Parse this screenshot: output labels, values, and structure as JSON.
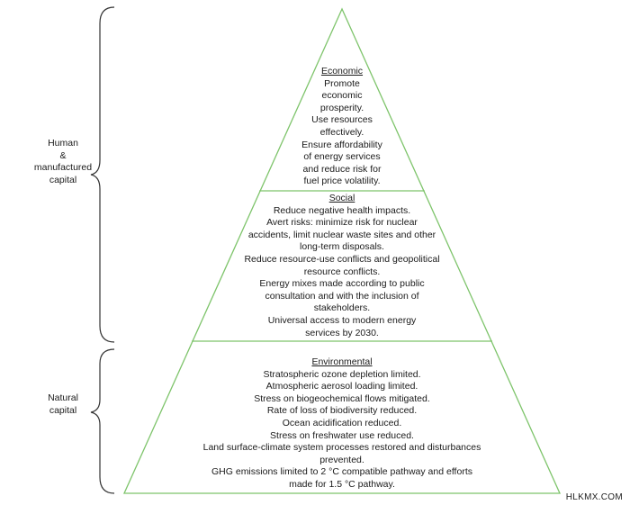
{
  "colors": {
    "pyramid_outline": "#7ec46b",
    "brace": "#333333",
    "text": "#1a1a1a",
    "background": "#ffffff"
  },
  "pyramid": {
    "tiers": [
      {
        "id": "economic",
        "heading": "Economic",
        "lines": [
          "Promote",
          "economic",
          "prosperity.",
          "Use resources",
          "effectively.",
          "Ensure affordability",
          "of energy services",
          "and reduce risk for",
          "fuel price volatility."
        ]
      },
      {
        "id": "social",
        "heading": "Social",
        "lines": [
          "Reduce negative health impacts.",
          "Avert risks: minimize risk for nuclear",
          "accidents, limit nuclear waste sites and other",
          "long-term disposals.",
          "Reduce resource-use conflicts and geopolitical",
          "resource conflicts.",
          "Energy mixes made according to public",
          "consultation and with the inclusion of",
          "stakeholders.",
          "Universal access to modern energy",
          "services by 2030."
        ]
      },
      {
        "id": "environmental",
        "heading": "Environmental",
        "lines": [
          "Stratospheric ozone depletion limited.",
          "Atmospheric aerosol loading limited.",
          "Stress on biogeochemical flows mitigated.",
          "Rate of loss of biodiversity reduced.",
          "Ocean acidification reduced.",
          "Stress on freshwater use reduced.",
          "Land surface-climate system processes restored and disturbances",
          "prevented.",
          "GHG emissions limited to 2 °C compatible pathway and efforts",
          "made for 1.5 °C pathway."
        ]
      }
    ]
  },
  "braces": [
    {
      "id": "human-manufactured",
      "lines": [
        "Human",
        "&",
        "manufactured",
        "capital"
      ]
    },
    {
      "id": "natural",
      "lines": [
        "Natural",
        "capital"
      ]
    }
  ],
  "watermark": "HLKMX.COM"
}
